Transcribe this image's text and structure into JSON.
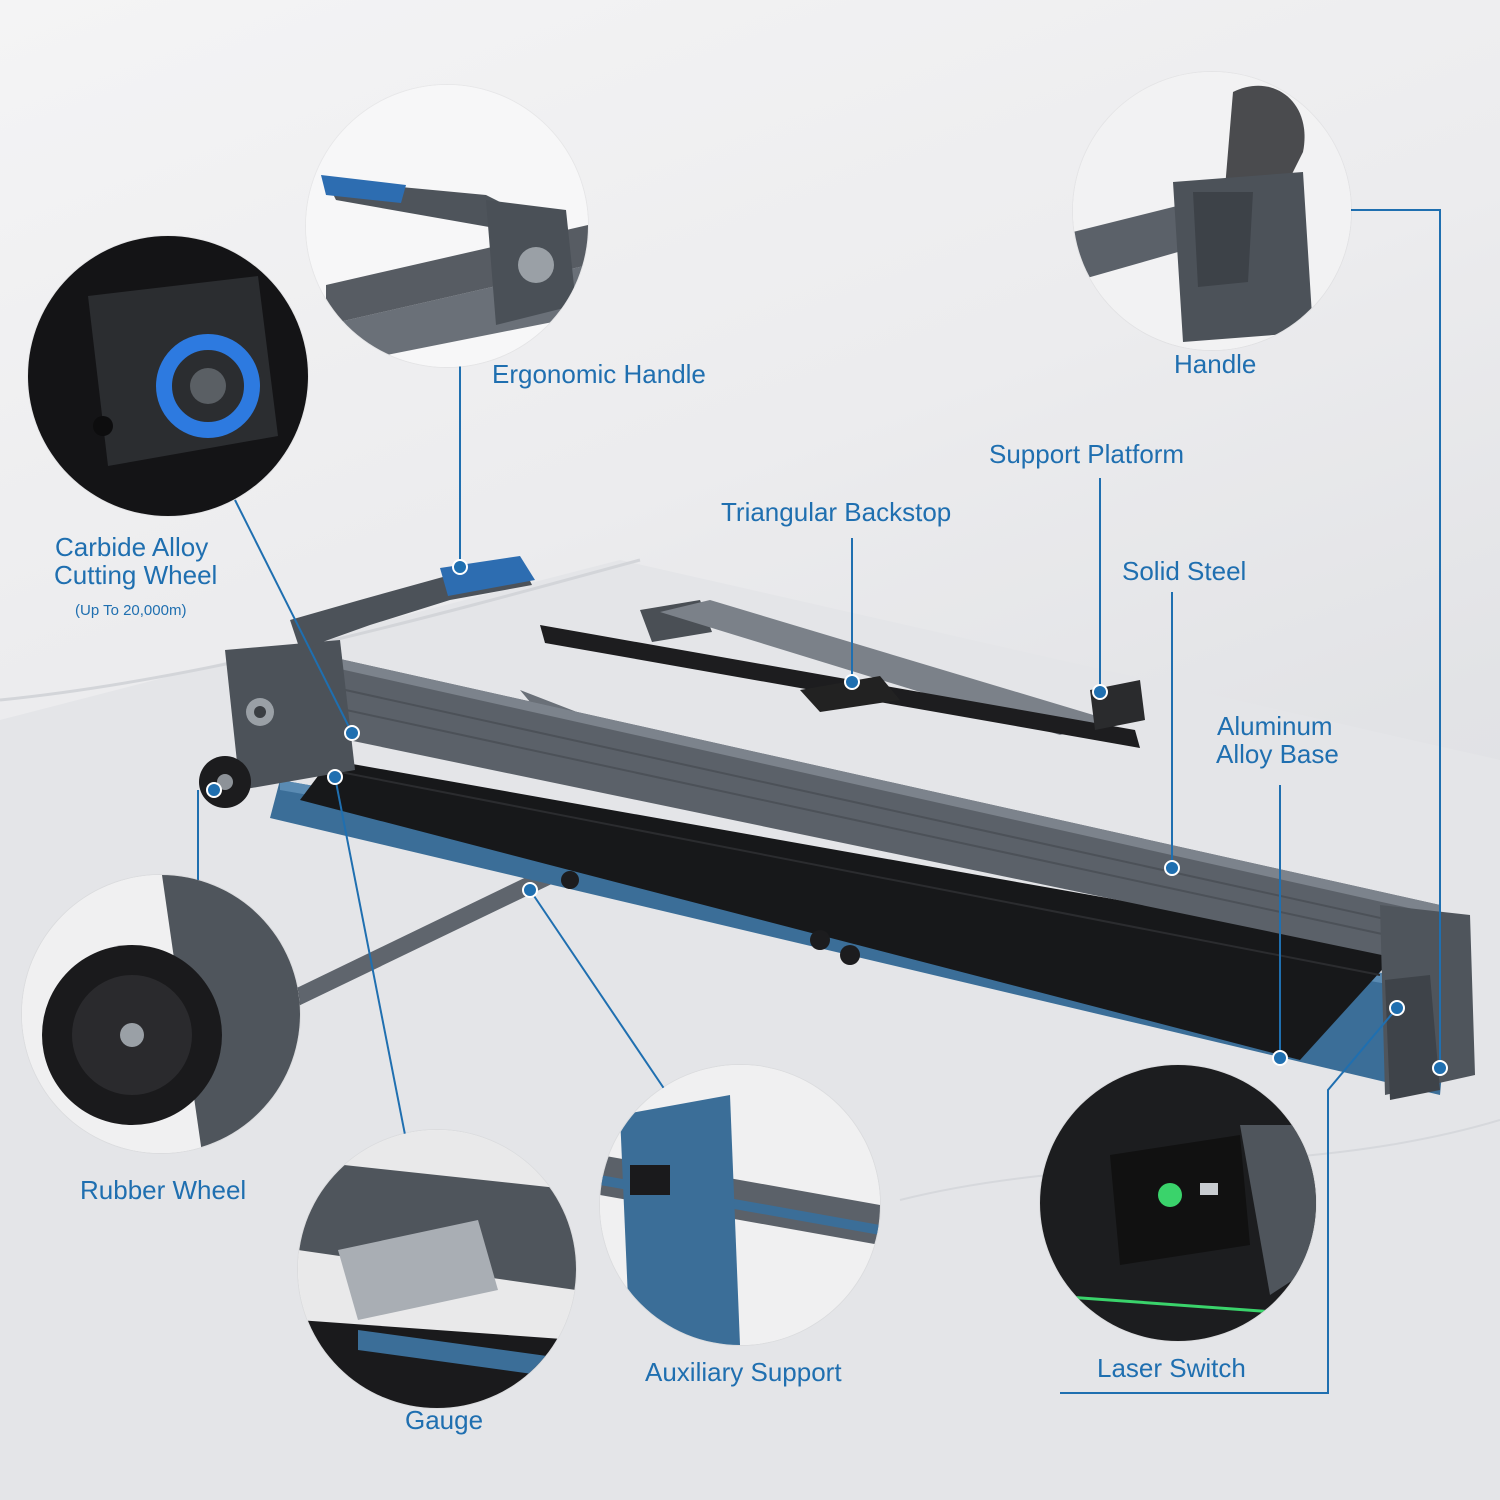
{
  "labels": {
    "ergonomic_handle": "Ergonomic Handle",
    "handle": "Handle",
    "support_platform": "Support Platform",
    "triangular_backstop": "Triangular Backstop",
    "solid_steel": "Solid Steel",
    "carbide_line1": "Carbide Alloy",
    "carbide_line2": "Cutting Wheel",
    "carbide_note": "(Up To 20,000m)",
    "aluminum_line1": "Aluminum",
    "aluminum_line2": "Alloy Base",
    "rubber_wheel": "Rubber Wheel",
    "gauge": "Gauge",
    "auxiliary_support": "Auxiliary Support",
    "laser_switch": "Laser Switch"
  },
  "colors": {
    "accent": "#1f6fb0",
    "body_gray": "#5b6169",
    "rail_blue": "#3a6f9a",
    "platform_black": "#1b1b1d"
  }
}
